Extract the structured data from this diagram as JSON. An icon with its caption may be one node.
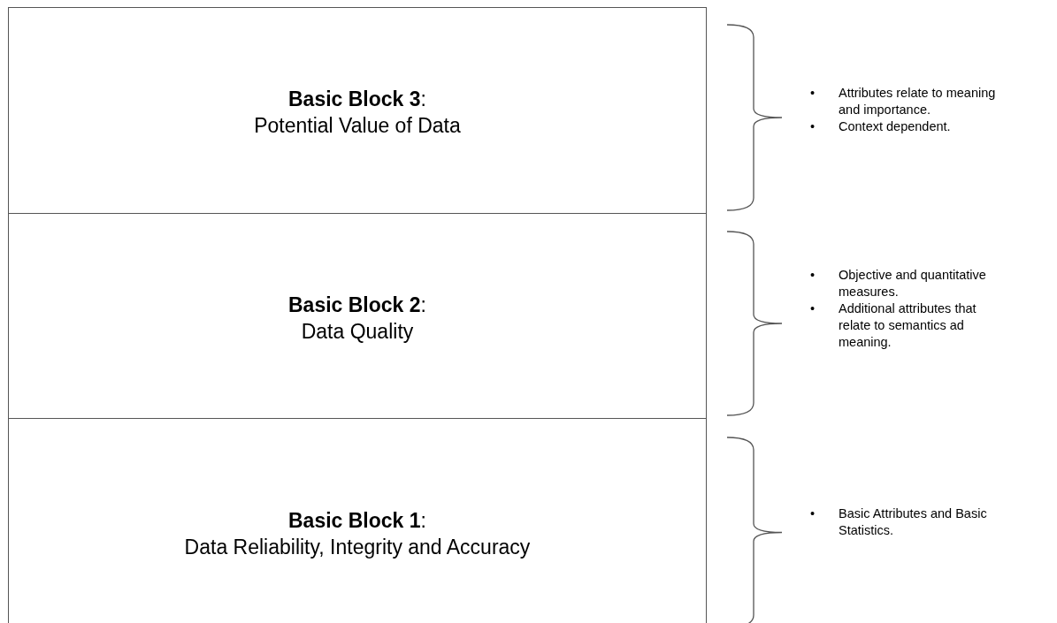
{
  "diagram": {
    "nodes": [
      {
        "text": [
          "**Basic Block 3**:",
          "Potential Value of Data"
        ]
      },
      {
        "text": [
          "**Basic Block 2**:",
          "Data Quality"
        ]
      },
      {
        "text": [
          "**Basic Block 1**:",
          "Data Reliability, Integrity and Accuracy"
        ]
      }
    ],
    "labels": [
      "•",
      "Attributes relate to meaning and importance.",
      "•",
      "Context dependent.",
      "•",
      "Objective and quantitative measures.",
      "•",
      "Additional attributes that relate to semantics ad meaning.",
      "•",
      "Basic Attributes and Basic Statistics."
    ]
  }
}
